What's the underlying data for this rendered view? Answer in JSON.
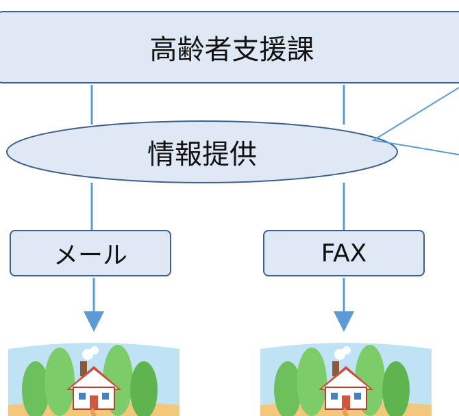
{
  "diagram": {
    "top_label": "高齢者支援課",
    "middle_label": "情報提供",
    "left_channel": "メール",
    "right_channel": "FAX"
  },
  "colors": {
    "box_fill": "#dfe8f5",
    "box_border": "#3e5f8a",
    "line": "#5b9bd5",
    "sky": "#bfe3f5",
    "tree": "#6cbf5a",
    "ground": "#f3c87a"
  },
  "icons": [
    "connector-line",
    "arrow-head",
    "callout-pointer",
    "village-house-illustration"
  ]
}
